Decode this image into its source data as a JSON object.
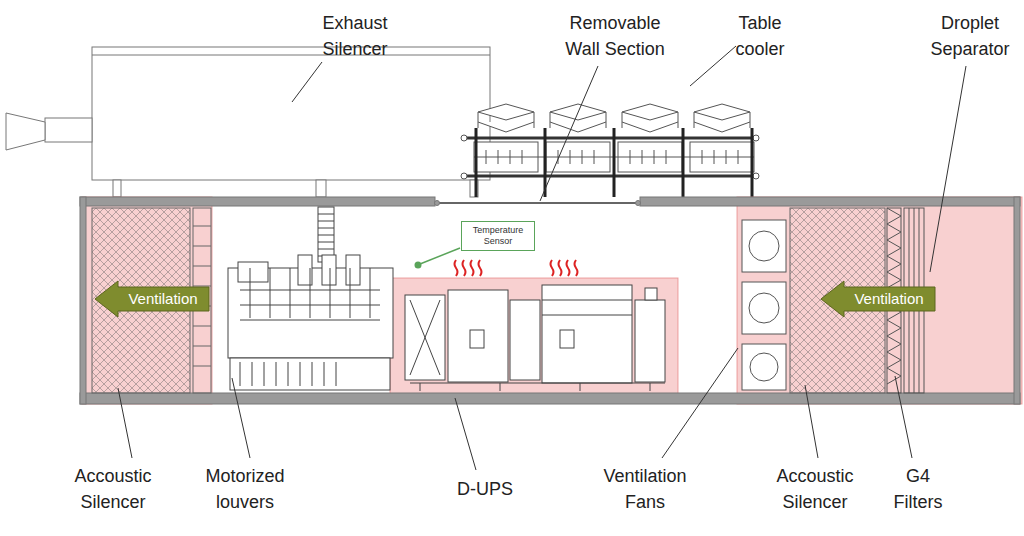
{
  "diagram": {
    "nodes": [
      {
        "text": [
          "Temperature Sensor"
        ]
      },
      {
        "text": [
          "Ventilation"
        ]
      },
      {
        "text": [
          "Ventilation"
        ]
      }
    ],
    "labels": [
      "Exhaust Silencer",
      "Removable Wall Section",
      "Table cooler",
      "Droplet Separator",
      "Accoustic Silencer",
      "Motorized louvers",
      "D-UPS",
      "Ventilation Fans",
      "Accoustic Silencer",
      "G4 Filters"
    ]
  }
}
